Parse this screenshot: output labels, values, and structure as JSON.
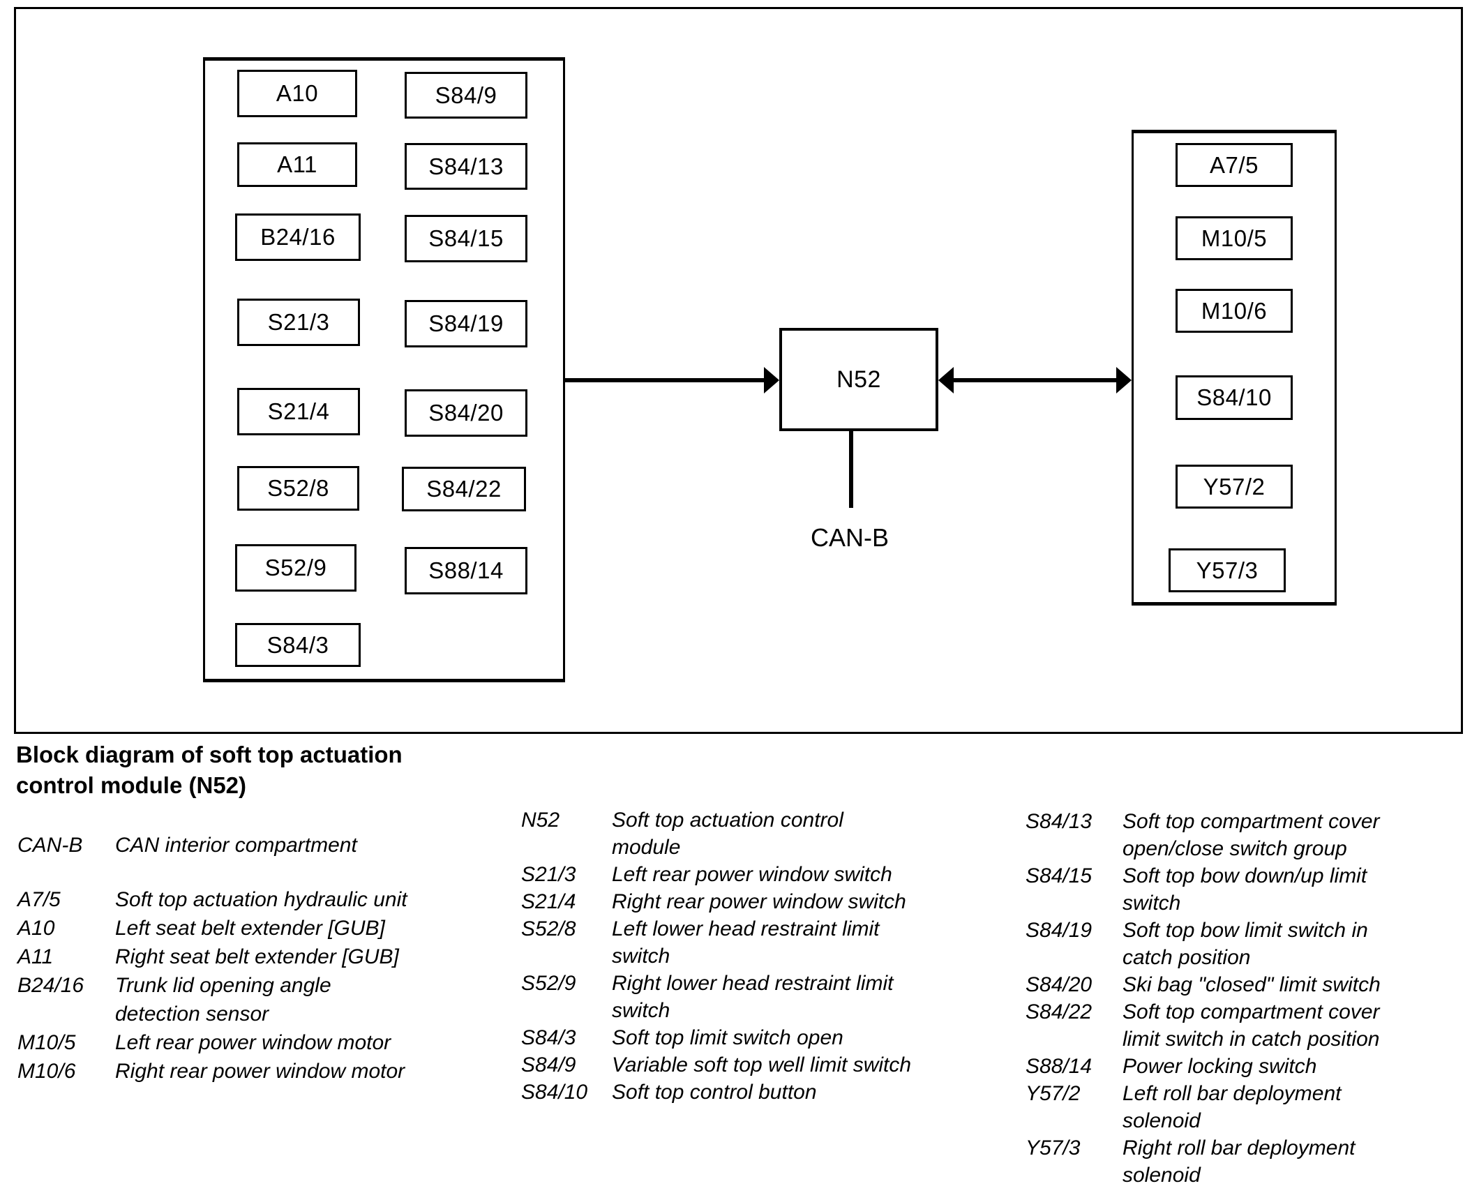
{
  "caption": "Block diagram of soft top actuation\ncontrol module (N52)",
  "diagram": {
    "control_module": "N52",
    "bus_label": "CAN-B",
    "left_group": {
      "column1": [
        "A10",
        "A11",
        "B24/16",
        "S21/3",
        "S21/4",
        "S52/8",
        "S52/9",
        "S84/3"
      ],
      "column2": [
        "S84/9",
        "S84/13",
        "S84/15",
        "S84/19",
        "S84/20",
        "S84/22",
        "S88/14"
      ]
    },
    "right_group": [
      "A7/5",
      "M10/5",
      "M10/6",
      "S84/10",
      "Y57/2",
      "Y57/3"
    ]
  },
  "legend": {
    "column1": [
      {
        "term": "CAN-B",
        "definition": "CAN interior compartment"
      },
      {
        "term": "A7/5",
        "definition": "Soft top actuation hydraulic unit"
      },
      {
        "term": "A10",
        "definition": "Left seat belt extender [GUB]"
      },
      {
        "term": "A11",
        "definition": "Right seat belt extender [GUB]"
      },
      {
        "term": "B24/16",
        "definition": "Trunk lid opening angle\ndetection sensor"
      },
      {
        "term": "M10/5",
        "definition": "Left rear power window motor"
      },
      {
        "term": "M10/6",
        "definition": "Right rear power window motor"
      }
    ],
    "column2": [
      {
        "term": "N52",
        "definition": "Soft top actuation control\nmodule"
      },
      {
        "term": "S21/3",
        "definition": "Left rear power window switch"
      },
      {
        "term": "S21/4",
        "definition": "Right rear power window switch"
      },
      {
        "term": "S52/8",
        "definition": "Left lower head restraint limit\nswitch"
      },
      {
        "term": "S52/9",
        "definition": "Right lower head restraint limit\nswitch"
      },
      {
        "term": "S84/3",
        "definition": "Soft top limit switch open"
      },
      {
        "term": "S84/9",
        "definition": "Variable soft top well limit switch"
      },
      {
        "term": "S84/10",
        "definition": "Soft top control button"
      }
    ],
    "column3": [
      {
        "term": "S84/13",
        "definition": "Soft top compartment cover\nopen/close switch group"
      },
      {
        "term": "S84/15",
        "definition": "Soft top bow down/up limit\nswitch"
      },
      {
        "term": "S84/19",
        "definition": "Soft top bow limit switch in\ncatch position"
      },
      {
        "term": "S84/20",
        "definition": "Ski bag \"closed\" limit switch"
      },
      {
        "term": "S84/22",
        "definition": "Soft top compartment cover\nlimit switch in catch position"
      },
      {
        "term": "S88/14",
        "definition": "Power locking switch"
      },
      {
        "term": "Y57/2",
        "definition": "Left roll bar deployment\nsolenoid"
      },
      {
        "term": "Y57/3",
        "definition": "Right roll bar deployment\nsolenoid"
      }
    ]
  },
  "colors": {
    "ink": "#000000",
    "paper": "#ffffff"
  }
}
